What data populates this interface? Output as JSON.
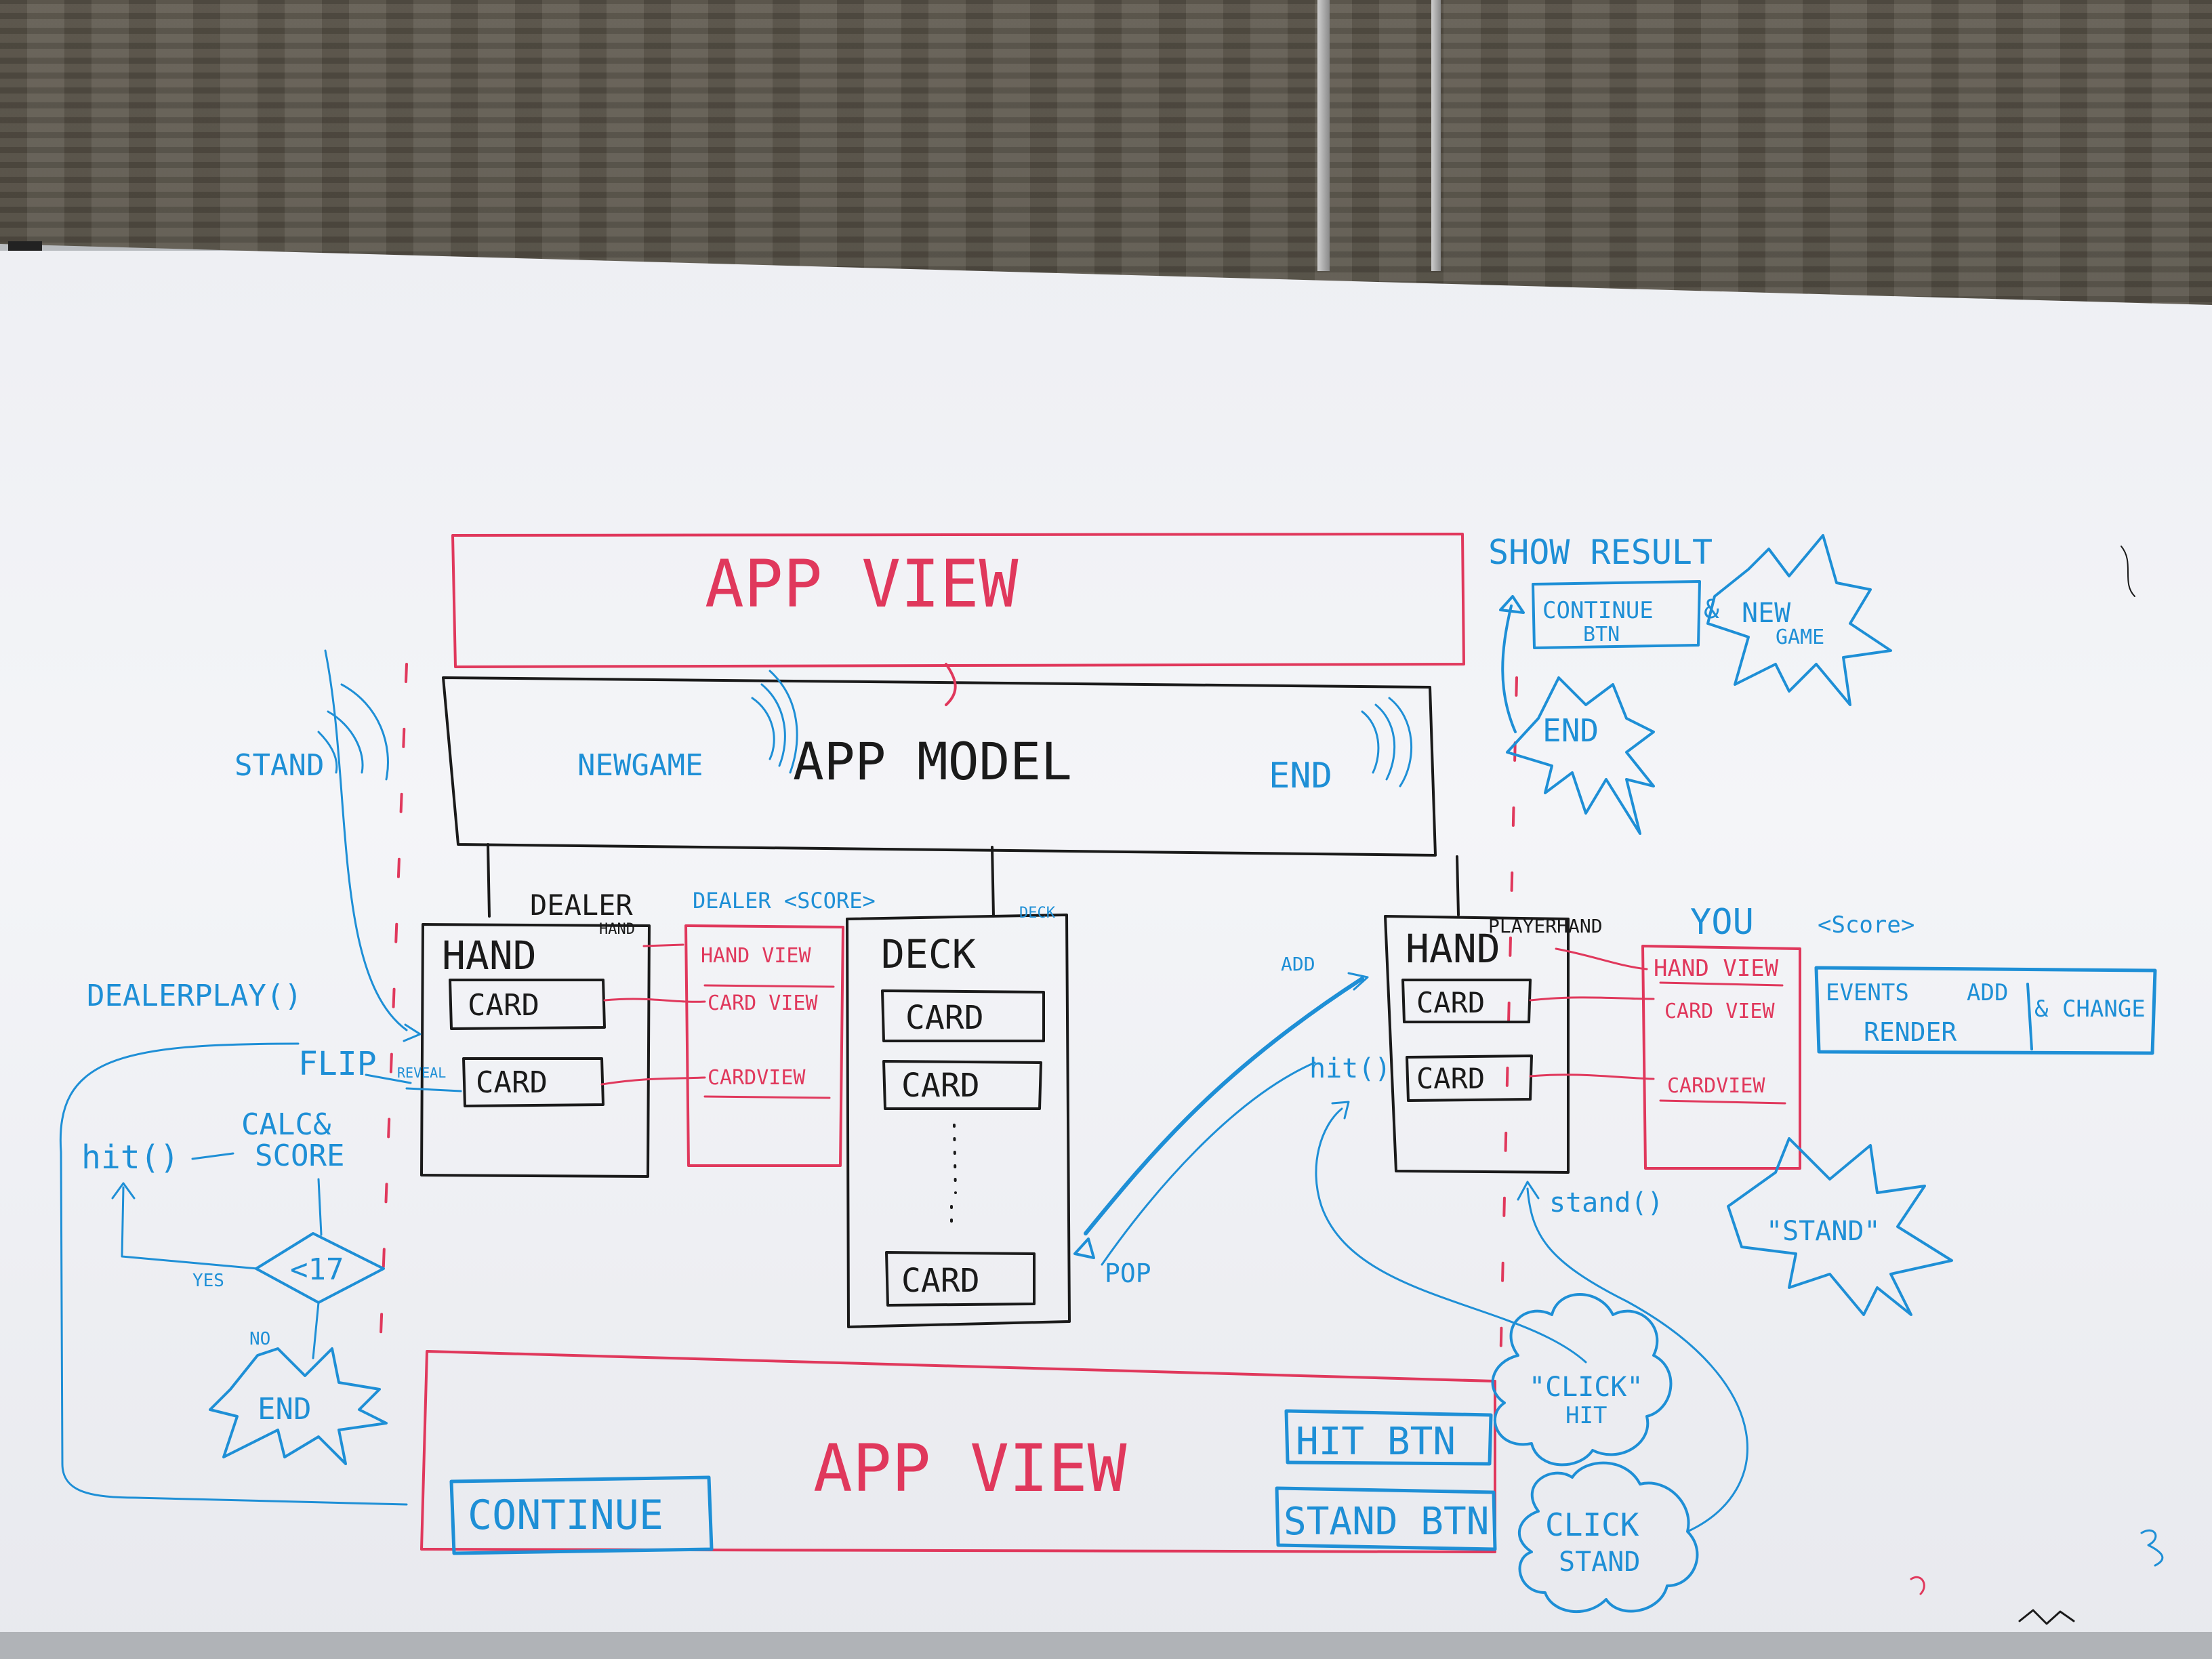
{
  "colors": {
    "black_marker": "#1a1a1a",
    "red_marker": "#e0385c",
    "blue_marker": "#1e8fd6"
  },
  "top": {
    "app_view": "APP VIEW",
    "app_model": "APP MODEL",
    "new_game": "NEWGAME",
    "end": "END",
    "stand": "STAND"
  },
  "dealer": {
    "label": "DEALER",
    "label_hand": "HAND",
    "score": "DEALER <SCORE>",
    "hand": "HAND",
    "card1": "CARD",
    "card2": "CARD",
    "hand_view": "HAND VIEW",
    "card_view1": "CARD VIEW",
    "card_view2": "CARDVIEW",
    "reveal": "REVEAL",
    "flip": "FLIP"
  },
  "deck": {
    "label": "DECK",
    "title": "DECK",
    "cards": [
      "CARD",
      "CARD",
      "CARD"
    ],
    "pop": "POP"
  },
  "player": {
    "label": "PLAYERHAND",
    "hand": "HAND",
    "card1": "CARD",
    "card2": "CARD",
    "you": "YOU",
    "score": "<Score>",
    "hand_view": "HAND VIEW",
    "card_view1": "CARD VIEW",
    "card_view2": "CARDVIEW",
    "add": "ADD",
    "hit": "hit()",
    "stand": "stand()"
  },
  "events": {
    "line1_a": "EVENTS",
    "line1_b": "ADD",
    "line1_c": "& CHANGE",
    "line2": "RENDER"
  },
  "result": {
    "show_result": "SHOW RESULT",
    "continue_btn_1": "CONTINUE",
    "continue_btn_2": "BTN",
    "amp": "&",
    "new_game_1": "NEW",
    "new_game_2": "GAME",
    "end": "END"
  },
  "flow": {
    "dealer_play": "DEALERPLAY()",
    "hit": "hit()",
    "calc_1": "CALC&",
    "calc_2": "SCORE",
    "cond": "<17",
    "yes": "YES",
    "no": "NO",
    "end": "END"
  },
  "bottom": {
    "app_view": "APP VIEW",
    "continue": "CONTINUE",
    "hit_btn": "HIT BTN",
    "stand_btn": "STAND BTN"
  },
  "clouds": {
    "click_hit_1": "\"CLICK\"",
    "click_hit_2": "HIT",
    "click_stand_1": "CLICK",
    "click_stand_2": "STAND"
  },
  "burst": {
    "stand": "\"STAND\""
  }
}
